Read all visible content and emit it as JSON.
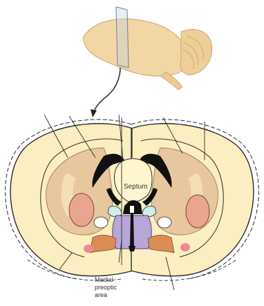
{
  "labels": {
    "septum": "Septum",
    "medial_preoptic_line1": "Medial",
    "medial_preoptic_line2": "preoptic",
    "medial_preoptic_line3": "area"
  },
  "colors": {
    "cortex": "#fbeec0",
    "striatum": "#e8c79e",
    "pale_region": "#f4dfb4",
    "globus": "#e9a58d",
    "ventricle": "#111111",
    "preoptic": "#b9a6d8",
    "orange_tract": "#d98d55",
    "pink_small": "#f08a90",
    "septum_fill": "#fff6cf",
    "rat_brain": "#f2d6a3",
    "cyan": "#cfeee8"
  }
}
